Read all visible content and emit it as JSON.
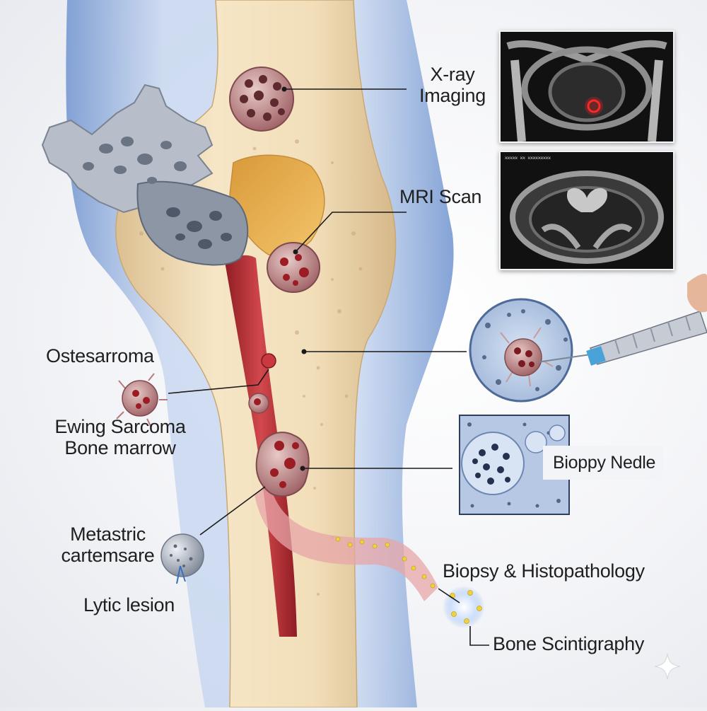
{
  "labels": {
    "xray_line1": "X-ray",
    "xray_line2": "Imaging",
    "mri": "MRI Scan",
    "osteosarcoma": "Ostesarroma",
    "ewing_line1": "Ewing Sarcoma",
    "ewing_line2": "Bone marrow",
    "biopsy_needle": "Bioppy Nedle",
    "metastatic_line1": "Metastric",
    "metastatic_line2": "cartemsare",
    "lytic": "Lytic lesion",
    "biopsy_histo": "Biopsy & Histopathology",
    "scintigraphy": "Bone Scintigraphy",
    "mri_header": "ϰϰϰϰϰ ϰϰ ϰϰϰϰϰϰϰϰϰ"
  },
  "colors": {
    "bone": "#f0dcb4",
    "marrow_canal": "#c0323a",
    "soft_tissue_blue": "#9fb9e0",
    "tumor": "#b87a7e",
    "leader_line": "#1a1a1a",
    "tracer_dot": "#f0d23a",
    "xray_highlight": "#e02020"
  },
  "icons": {
    "needle": "biopsy-needle-icon",
    "watermark": "sparkle-icon"
  }
}
